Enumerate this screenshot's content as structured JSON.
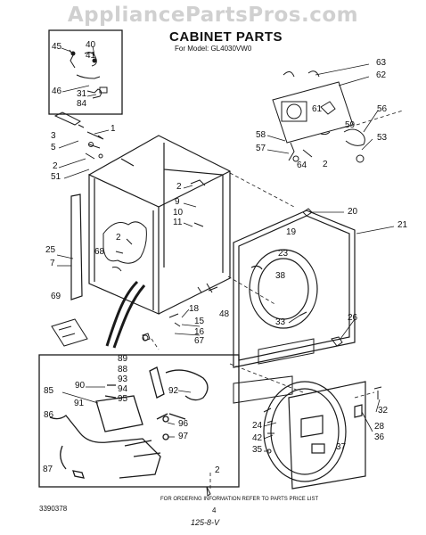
{
  "watermark": "AppliancePartsPros.com",
  "title": "CABINET PARTS",
  "subtitle": "For Model: GL4030VW0",
  "footer": {
    "order_note": "FOR ORDERING INFORMATION REFER TO PARTS PRICE LIST",
    "code": "3390378",
    "page_number": "4",
    "handwritten": "125-8-V"
  },
  "callouts": [
    {
      "id": "c45",
      "text": "45"
    },
    {
      "id": "c40",
      "text": "40"
    },
    {
      "id": "c41",
      "text": "41"
    },
    {
      "id": "c46",
      "text": "46"
    },
    {
      "id": "c31",
      "text": "31"
    },
    {
      "id": "c84",
      "text": "84"
    },
    {
      "id": "c3",
      "text": "3"
    },
    {
      "id": "c1",
      "text": "1"
    },
    {
      "id": "c5",
      "text": "5"
    },
    {
      "id": "c2a",
      "text": "2"
    },
    {
      "id": "c51",
      "text": "51"
    },
    {
      "id": "c2b",
      "text": "2"
    },
    {
      "id": "c9",
      "text": "9"
    },
    {
      "id": "c10",
      "text": "10"
    },
    {
      "id": "c11",
      "text": "11"
    },
    {
      "id": "c25",
      "text": "25"
    },
    {
      "id": "c7",
      "text": "7"
    },
    {
      "id": "c2c",
      "text": "2"
    },
    {
      "id": "c68",
      "text": "68"
    },
    {
      "id": "c69",
      "text": "69"
    },
    {
      "id": "c18",
      "text": "18"
    },
    {
      "id": "c15",
      "text": "15"
    },
    {
      "id": "c16",
      "text": "16"
    },
    {
      "id": "c67",
      "text": "67"
    },
    {
      "id": "c48",
      "text": "48"
    },
    {
      "id": "c63",
      "text": "63"
    },
    {
      "id": "c62",
      "text": "62"
    },
    {
      "id": "c61",
      "text": "61"
    },
    {
      "id": "c56",
      "text": "56"
    },
    {
      "id": "c59",
      "text": "59"
    },
    {
      "id": "c58",
      "text": "58"
    },
    {
      "id": "c53",
      "text": "53"
    },
    {
      "id": "c57",
      "text": "57"
    },
    {
      "id": "c64",
      "text": "64"
    },
    {
      "id": "c2d",
      "text": "2"
    },
    {
      "id": "c20",
      "text": "20"
    },
    {
      "id": "c19",
      "text": "19"
    },
    {
      "id": "c21",
      "text": "21"
    },
    {
      "id": "c23",
      "text": "23"
    },
    {
      "id": "c38",
      "text": "38"
    },
    {
      "id": "c33",
      "text": "33"
    },
    {
      "id": "c26",
      "text": "26"
    },
    {
      "id": "c89",
      "text": "89"
    },
    {
      "id": "c88",
      "text": "88"
    },
    {
      "id": "c93",
      "text": "93"
    },
    {
      "id": "c85",
      "text": "85"
    },
    {
      "id": "c90",
      "text": "90"
    },
    {
      "id": "c94",
      "text": "94"
    },
    {
      "id": "c95",
      "text": "95"
    },
    {
      "id": "c92",
      "text": "92"
    },
    {
      "id": "c91",
      "text": "91"
    },
    {
      "id": "c86",
      "text": "86"
    },
    {
      "id": "c96",
      "text": "96"
    },
    {
      "id": "c97",
      "text": "97"
    },
    {
      "id": "c87",
      "text": "87"
    },
    {
      "id": "c24",
      "text": "24"
    },
    {
      "id": "c42",
      "text": "42"
    },
    {
      "id": "c35",
      "text": "35"
    },
    {
      "id": "c32",
      "text": "32"
    },
    {
      "id": "c28",
      "text": "28"
    },
    {
      "id": "c36",
      "text": "36"
    },
    {
      "id": "c37",
      "text": "37"
    },
    {
      "id": "c2e",
      "text": "2"
    }
  ]
}
